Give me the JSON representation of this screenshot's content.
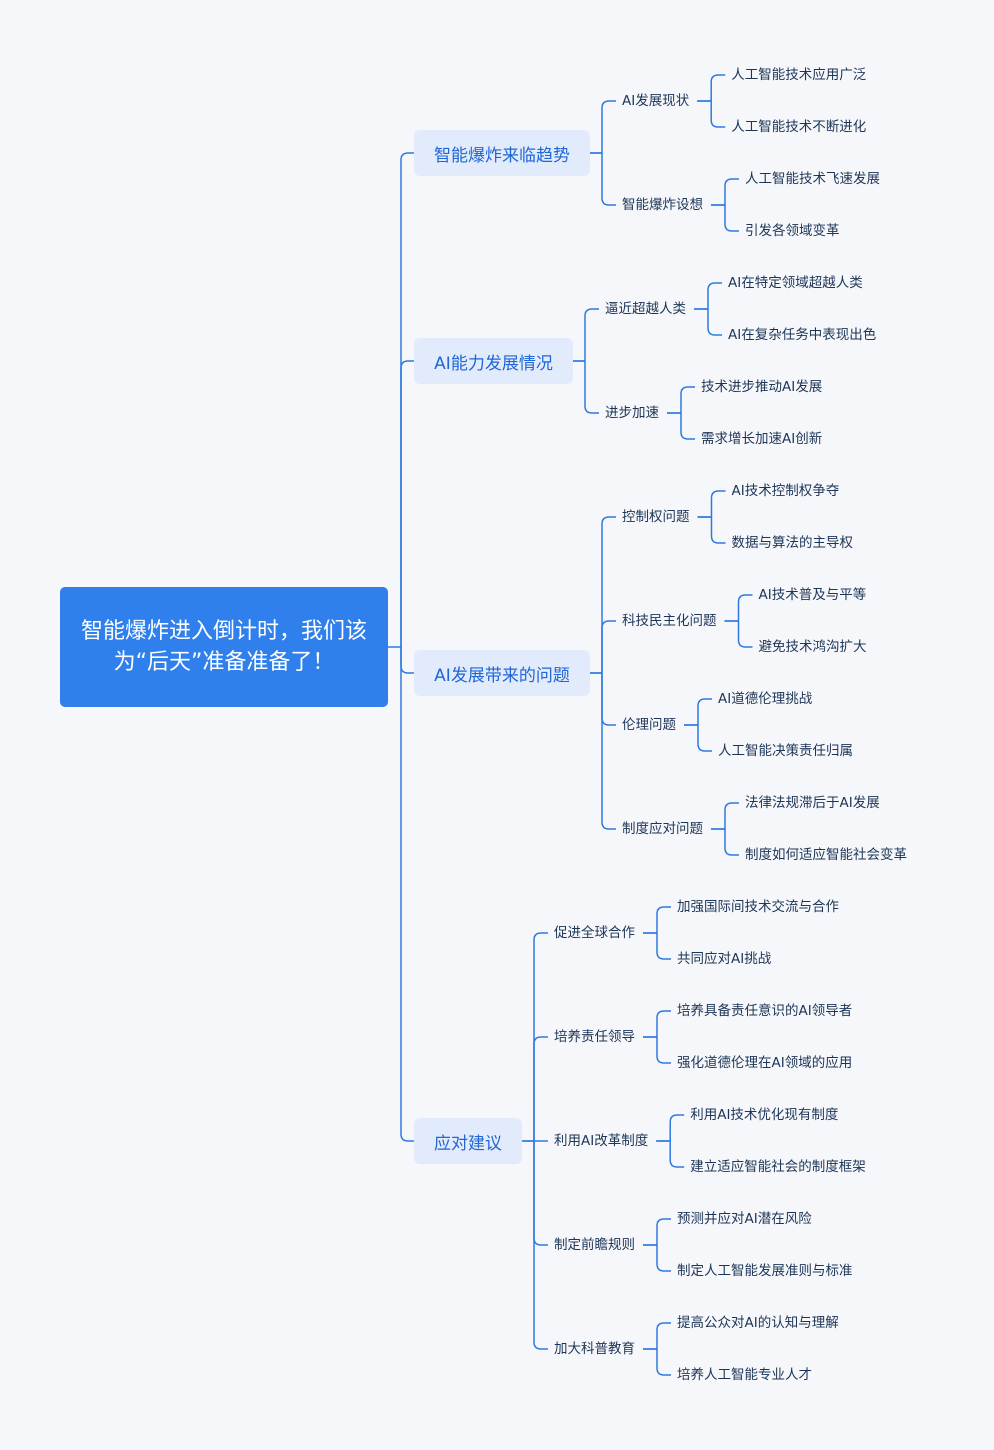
{
  "colors": {
    "accent": "#2f80ed",
    "line": "#2f7ae0",
    "branch_bg": "#e2ebfb",
    "branch_text": "#1f66d6",
    "leaf_text": "#1d3557"
  },
  "root": "智能爆炸进入倒计时，我们该为“后天”准备准备了！",
  "branches": [
    {
      "label": "智能爆炸来临趋势",
      "children": [
        {
          "label": "AI发展现状",
          "leaves": [
            "人工智能技术应用广泛",
            "人工智能技术不断进化"
          ]
        },
        {
          "label": "智能爆炸设想",
          "leaves": [
            "人工智能技术飞速发展",
            "引发各领域变革"
          ]
        }
      ]
    },
    {
      "label": "AI能力发展情况",
      "children": [
        {
          "label": "逼近超越人类",
          "leaves": [
            "AI在特定领域超越人类",
            "AI在复杂任务中表现出色"
          ]
        },
        {
          "label": "进步加速",
          "leaves": [
            "技术进步推动AI发展",
            "需求增长加速AI创新"
          ]
        }
      ]
    },
    {
      "label": "AI发展带来的问题",
      "children": [
        {
          "label": "控制权问题",
          "leaves": [
            "AI技术控制权争夺",
            "数据与算法的主导权"
          ]
        },
        {
          "label": "科技民主化问题",
          "leaves": [
            "AI技术普及与平等",
            "避免技术鸿沟扩大"
          ]
        },
        {
          "label": "伦理问题",
          "leaves": [
            "AI道德伦理挑战",
            "人工智能决策责任归属"
          ]
        },
        {
          "label": "制度应对问题",
          "leaves": [
            "法律法规滞后于AI发展",
            "制度如何适应智能社会变革"
          ]
        }
      ]
    },
    {
      "label": "应对建议",
      "children": [
        {
          "label": "促进全球合作",
          "leaves": [
            "加强国际间技术交流与合作",
            "共同应对AI挑战"
          ]
        },
        {
          "label": "培养责任领导",
          "leaves": [
            "培养具备责任意识的AI领导者",
            "强化道德伦理在AI领域的应用"
          ]
        },
        {
          "label": "利用AI改革制度",
          "leaves": [
            "利用AI技术优化现有制度",
            "建立适应智能社会的制度框架"
          ]
        },
        {
          "label": "制定前瞻规则",
          "leaves": [
            "预测并应对AI潜在风险",
            "制定人工智能发展准则与标准"
          ]
        },
        {
          "label": "加大科普教育",
          "leaves": [
            "提高公众对AI的认知与理解",
            "培养人工智能专业人才"
          ]
        }
      ]
    }
  ]
}
